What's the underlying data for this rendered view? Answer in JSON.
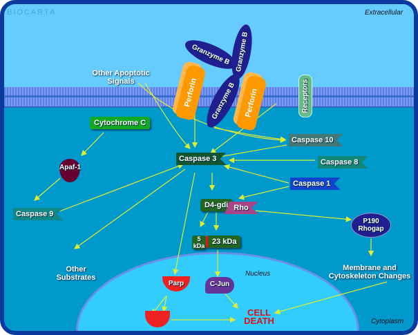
{
  "regions": {
    "extracellular": "Extracellular",
    "cytoplasm": "Cytoplasm",
    "nucleus": "Nucleus"
  },
  "logo": "BIOCARTA",
  "nodes": {
    "granzyme_b": "Granzyme B",
    "perforin": "Perforin",
    "other_signals": "Other Apoptotic Signals",
    "receptors": "Receptors",
    "cytochrome_c": "Cytochrome C",
    "apaf1": "Apaf-1",
    "caspase9": "Caspase 9",
    "caspase3": "Caspase 3",
    "caspase10": "Caspase 10",
    "caspase8": "Caspase 8",
    "caspase1": "Caspase 1",
    "d4gdi": "D4-gdi",
    "rho": "Rho",
    "kda5": "5 kDa",
    "kda23": "23 kDa",
    "p190": "P190 Rhogap",
    "membrane_changes": "Membrane and Cytoskeleton Changes",
    "other_substrates": "Other Substrates",
    "parp": "Parp",
    "cjun": "C-Jun",
    "cell_death": "CELL DEATH"
  },
  "colors": {
    "arrow": "#ddee33",
    "cell_death": "#dd1111"
  }
}
